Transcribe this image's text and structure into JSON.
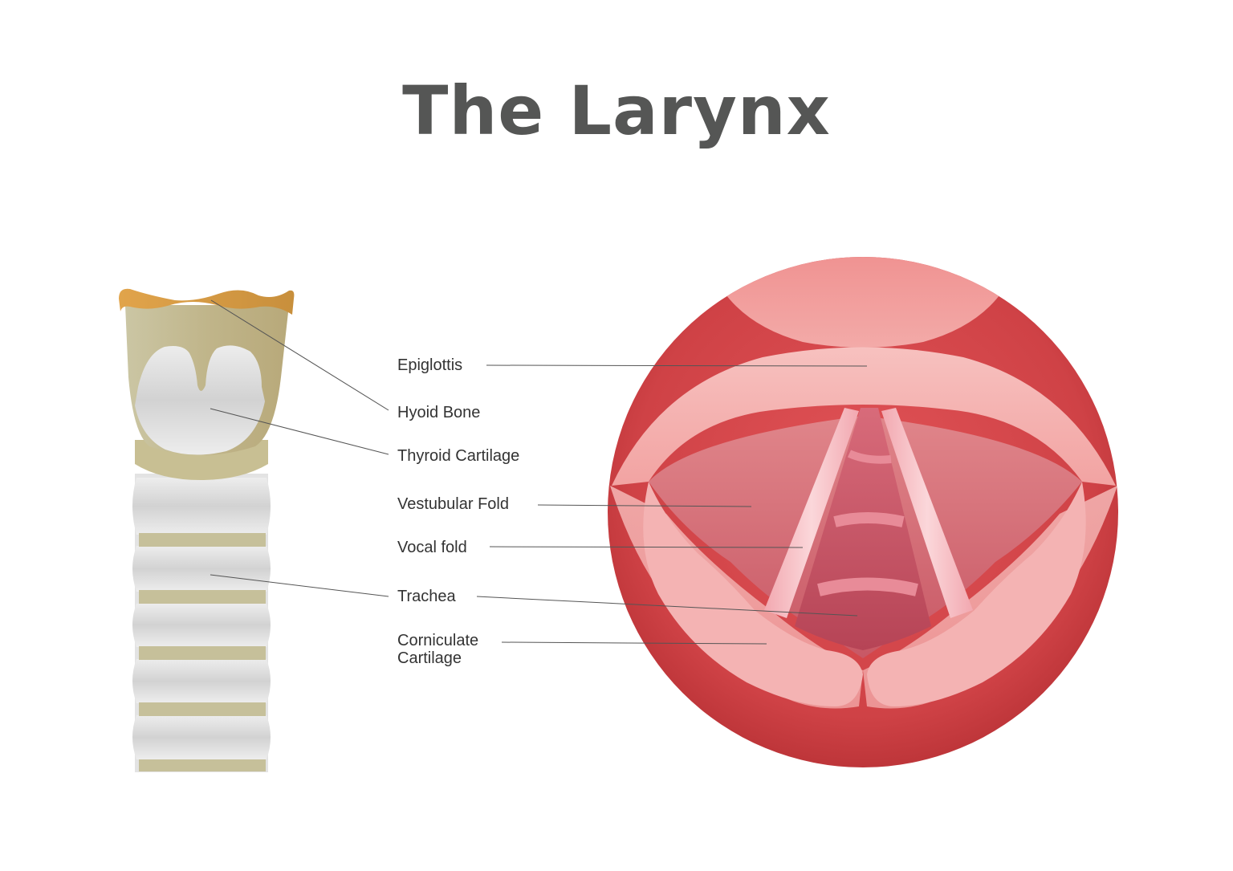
{
  "title": "The Larynx",
  "labels": {
    "epiglottis": "Epiglottis",
    "hyoid_bone": "Hyoid Bone",
    "thyroid_cartilage": "Thyroid Cartilage",
    "vestibular_fold": "Vestubular Fold",
    "vocal_fold": "Vocal fold",
    "trachea": "Trachea",
    "corniculate_line1": "Corniculate",
    "corniculate_line2": "Cartilage"
  },
  "colors": {
    "title": "#555655",
    "label_text": "#333333",
    "leader_line": "#555555",
    "hyoid": "#d9a24b",
    "cartilage_band": "#c6c09a",
    "trachea_ring": "#e6e6e6",
    "throat_red": "#c83a3d",
    "fold_pink": "#f4b7b6"
  }
}
